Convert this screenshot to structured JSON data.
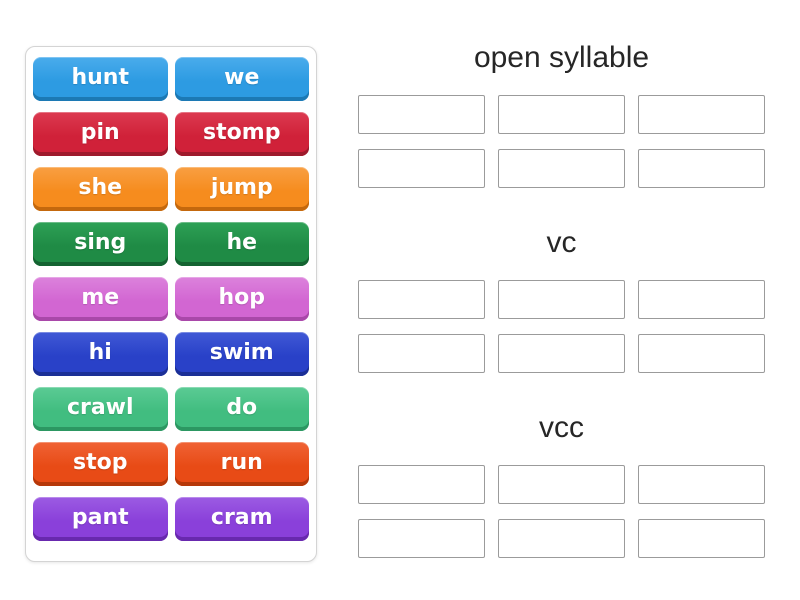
{
  "page": {
    "background_color": "#ffffff",
    "text_color": "#262626"
  },
  "tile_panel": {
    "columns": 2,
    "tiles": [
      {
        "label": "hunt",
        "color": "blue"
      },
      {
        "label": "we",
        "color": "blue"
      },
      {
        "label": "pin",
        "color": "red"
      },
      {
        "label": "stomp",
        "color": "red"
      },
      {
        "label": "she",
        "color": "orange"
      },
      {
        "label": "jump",
        "color": "orange"
      },
      {
        "label": "sing",
        "color": "green"
      },
      {
        "label": "he",
        "color": "green"
      },
      {
        "label": "me",
        "color": "orchid"
      },
      {
        "label": "hop",
        "color": "orchid"
      },
      {
        "label": "hi",
        "color": "royalblue"
      },
      {
        "label": "swim",
        "color": "royalblue"
      },
      {
        "label": "crawl",
        "color": "seagreen"
      },
      {
        "label": "do",
        "color": "seagreen"
      },
      {
        "label": "stop",
        "color": "orangered"
      },
      {
        "label": "run",
        "color": "orangered"
      },
      {
        "label": "pant",
        "color": "purple"
      },
      {
        "label": "cram",
        "color": "purple"
      }
    ],
    "tile_colors": {
      "blue": {
        "light": "#4aacec",
        "base": "#2d9be2",
        "dark": "#1c79b4"
      },
      "red": {
        "light": "#dc3a50",
        "base": "#d02139",
        "dark": "#9e1a2c"
      },
      "orange": {
        "light": "#f89f42",
        "base": "#f68c1e",
        "dark": "#c4680d"
      },
      "green": {
        "light": "#2ea156",
        "base": "#1f8b45",
        "dark": "#146331"
      },
      "orchid": {
        "light": "#dc82dc",
        "base": "#d266d2",
        "dark": "#a948a9"
      },
      "royalblue": {
        "light": "#4059d6",
        "base": "#2941c8",
        "dark": "#1b2f96"
      },
      "seagreen": {
        "light": "#5bcb94",
        "base": "#41bd80",
        "dark": "#2c9762"
      },
      "orangered": {
        "light": "#f06335",
        "base": "#e84b16",
        "dark": "#b63809"
      },
      "purple": {
        "light": "#9c5be3",
        "base": "#8a40da",
        "dark": "#6829ae"
      }
    }
  },
  "groups": [
    {
      "label": "open syllable",
      "slot_count": 6,
      "slot_columns": 3
    },
    {
      "label": "vc",
      "slot_count": 6,
      "slot_columns": 3
    },
    {
      "label": "vcc",
      "slot_count": 6,
      "slot_columns": 3
    }
  ]
}
